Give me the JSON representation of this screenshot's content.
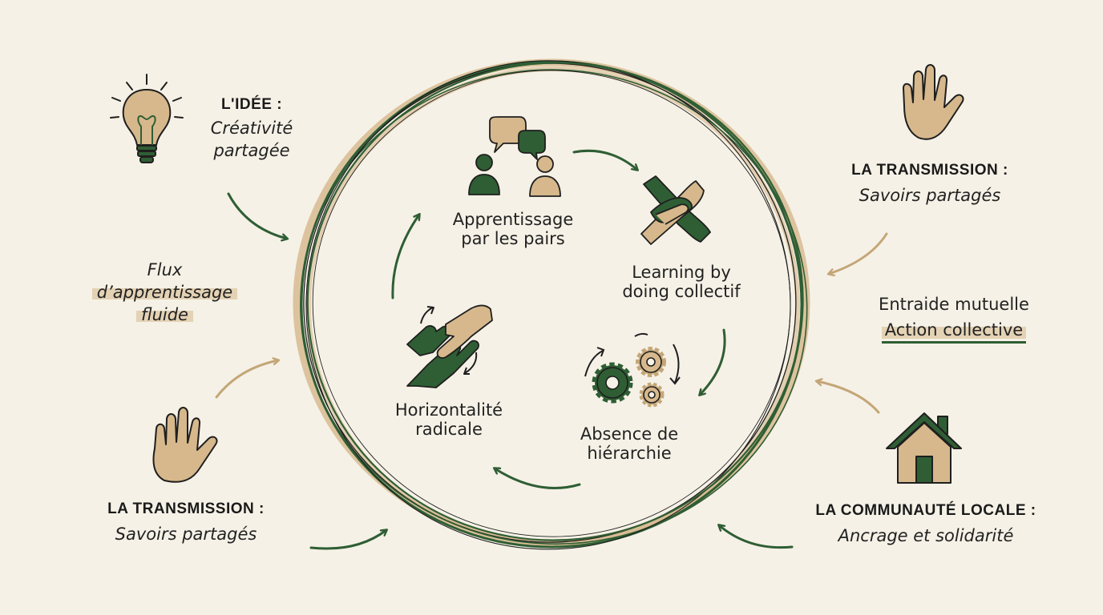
{
  "colors": {
    "background": "#f5f1e6",
    "green": "#2f5e34",
    "tan": "#d6b88c",
    "ink": "#1f1f1f"
  },
  "outer": {
    "idee": {
      "title": "L'IDÉE :",
      "line1": "Créativité",
      "line2": "partagée",
      "icon": "lightbulb-icon"
    },
    "flux": {
      "line1": "Flux",
      "line2": "d’apprentissage",
      "line3": "fluide"
    },
    "transmission_left": {
      "title": "LA TRANSMISSION :",
      "subtitle": "Savoirs partagés",
      "icon": "hand-icon"
    },
    "transmission_right": {
      "title": "LA TRANSMISSION :",
      "subtitle": "Savoirs partagés",
      "icon": "hand-icon"
    },
    "entraide": {
      "line1": "Entraide mutuelle",
      "line2": "Action collective"
    },
    "communaute": {
      "title": "LA COMMUNAUTÉ LOCALE :",
      "subtitle": "Ancrage et solidarité",
      "icon": "house-icon"
    }
  },
  "inner": {
    "pairs": {
      "line1": "Apprentissage",
      "line2": "par les pairs",
      "icon": "peer-chat-icon"
    },
    "learning": {
      "line1": "Learning by",
      "line2": "doing collectif",
      "icon": "stacked-hands-icon"
    },
    "absence": {
      "line1": "Absence de",
      "line2": "hiérarchie",
      "icon": "gears-icon"
    },
    "horizontalite": {
      "line1": "Horizontalité",
      "line2": "radicale",
      "icon": "handshake-icon"
    }
  }
}
